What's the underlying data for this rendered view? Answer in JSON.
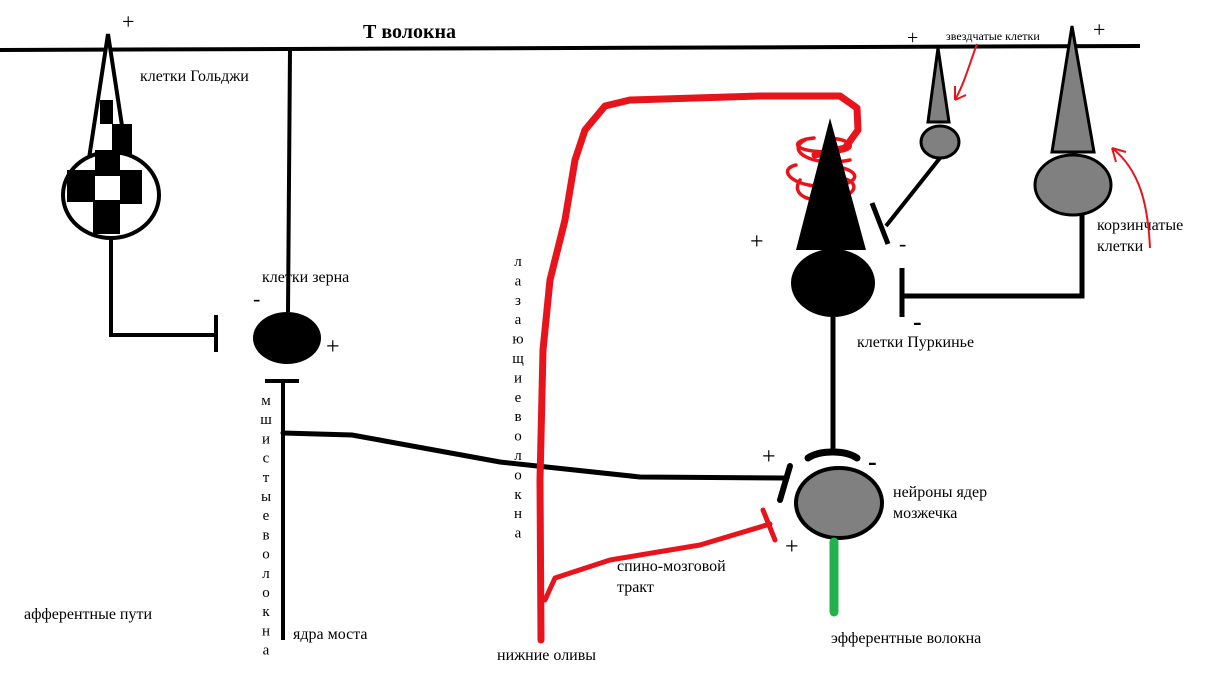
{
  "title": "Т волокна",
  "labels": {
    "golgi": "клетки Гольджи",
    "granule": "клетки зерна",
    "stellate": "звездчатые клетки",
    "basket_line1": "корзинчатые",
    "basket_line2": "клетки",
    "purkinje": "клетки Пуркинье",
    "nuclei_line1": "нейроны ядер",
    "nuclei_line2": "мозжечка",
    "spinal_line1": "спино-мозговой",
    "spinal_line2": "тракт",
    "olives": "нижние оливы",
    "afferent": "афферентные пути",
    "pons": "ядра моста",
    "efferent": "эфферентные волокна",
    "climbing_vertical": "лазающиеволокна",
    "mossy_vertical": "мшистыеволокна"
  },
  "signs": {
    "plus": "+",
    "minus": "-"
  },
  "colors": {
    "ink": "#000000",
    "climbing": "#e8141c",
    "efferent": "#22b14c",
    "cell_gray": "#808080"
  }
}
